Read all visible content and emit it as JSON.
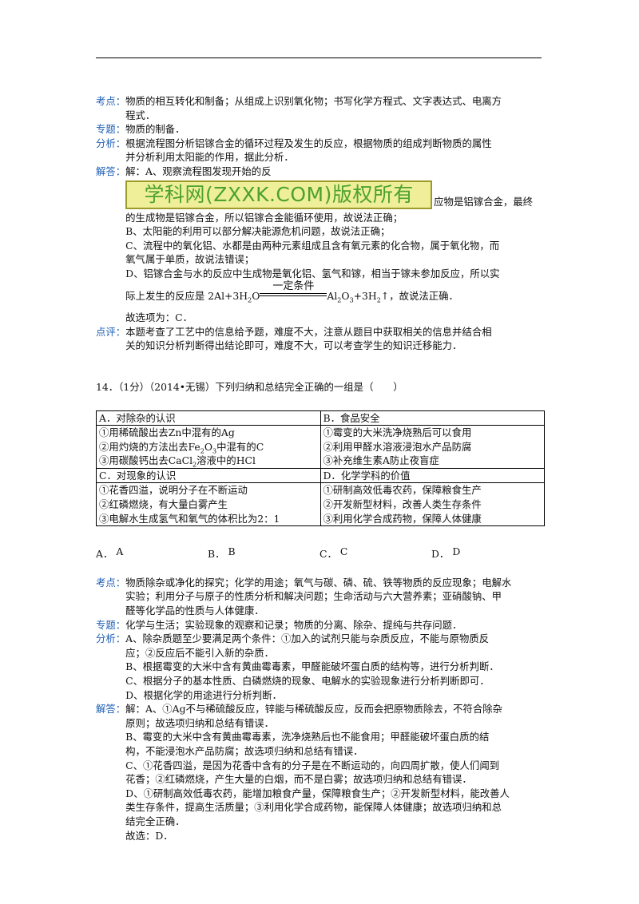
{
  "q13": {
    "kaodian": {
      "label": "考点：",
      "lines": [
        "物质的相互转化和制备；从组成上识别氧化物；书写化学方程式、文字表达式、电离方",
        "程式．"
      ]
    },
    "zhuanti": {
      "label": "专题：",
      "lines": [
        "物质的制备．"
      ]
    },
    "fenxi": {
      "label": "分析：",
      "lines": [
        "根据流程图分析铝镓合金的循环过程及发生的反应，根据物质的组成判断物质的属性",
        "并分析利用太阳能的作用，据此分析．"
      ]
    },
    "jieda": {
      "label": "解答：",
      "line1": "解：A、观察流程图发现开始的反",
      "watermark": "学科网(ZXXK.COM)版权所有",
      "after_watermark": "应物是铝镓合金，最终",
      "lines_a": [
        "的生成物是铝镓合金，所以铝镓合金能循环使用，故说法正确；",
        "B、太阳能的利用可以部分解决能源危机问题，故说法正确；",
        "C、流程中的氧化铝、水都是由两种元素组成且含有氧元素的化合物，属于氧化物，而",
        "氧气属于单质，故说法错误；",
        "D、铝镓合金与水的反应中生成物是氧化铝、氢气和镓，相当于镓未参加反应，所以实"
      ],
      "eq_before": "际上发生的反应是 2Al+3H",
      "eq_sub1": "2",
      "eq_o": "O",
      "eq_condition": "一定条件",
      "eq_prod1": "Al",
      "eq_sub2": "2",
      "eq_prod2": "O",
      "eq_sub3": "3",
      "eq_prod3": "+3H",
      "eq_sub4": "2",
      "eq_end": "↑，故说法正确．",
      "answer": "故选项为：C．"
    },
    "dianping": {
      "label": "点评：",
      "lines": [
        "本题考查了工艺中的信息给予题，难度不大，注意从题目中获取相关的信息并结合相",
        "关的知识分析判断得出结论即可，难度不大，可以考查学生的知识迁移能力．"
      ]
    }
  },
  "q14": {
    "question": "14．（1分）（2014•无锡）下列归纳和总结完全正确的一组是（　　）",
    "table": {
      "A": {
        "title": "A．对除杂的认识",
        "l1": "①用稀硫酸出去Zn中混有的Ag",
        "l2a": "②用灼烧的方法出去Fe",
        "l2s1": "2",
        "l2b": "O",
        "l2s2": "3",
        "l2c": "中混有的C",
        "l3a": "③用碳酸钙出去CaCl",
        "l3s": "2",
        "l3b": "溶液中的HCl"
      },
      "B": {
        "title": "B．食品安全",
        "lines": [
          "①霉变的大米洗净烧熟后可以食用",
          "②利用甲醛水溶液浸泡水产品防腐",
          "③补充维生素A防止夜盲症"
        ]
      },
      "C": {
        "title": "C．对现象的认识",
        "lines": [
          "①花香四溢，说明分子在不断运动",
          "②红磷燃烧，有大量白雾产生",
          "③电解水生成氢气和氧气的体积比为2：1"
        ]
      },
      "D": {
        "title": "D．化学学科的价值",
        "lines": [
          "①研制高效低毒农药，保障粮食生产",
          "②开发新型材料，改善人类生存条件",
          "③利用化学合成药物，保障人体健康"
        ]
      }
    },
    "options": [
      {
        "prefix": "A．",
        "value": "A"
      },
      {
        "prefix": "B．",
        "value": "B"
      },
      {
        "prefix": "C．",
        "value": "C"
      },
      {
        "prefix": "D．",
        "value": "D"
      }
    ],
    "kaodian": {
      "label": "考点：",
      "lines": [
        "物质除杂或净化的探究；化学的用途；氧气与碳、磷、硫、铁等物质的反应现象；电解水",
        "实验；利用分子与原子的性质分析和解决问题；生命活动与六大营养素；亚硝酸钠、甲",
        "醛等化学品的性质与人体健康．"
      ]
    },
    "zhuanti": {
      "label": "专题：",
      "lines": [
        "化学与生活；实验现象的观察和记录；物质的分离、除杂、提纯与共存问题．"
      ]
    },
    "fenxi": {
      "label": "分析：",
      "lines": [
        "A、除杂质题至少要满足两个条件：①加入的试剂只能与杂质反应，不能与原物质反",
        "应；②反应后不能引入新的杂质．",
        "B、根据霉变的大米中含有黄曲霉毒素，甲醛能破坏蛋白质的结构等，进行分析判断．",
        "C、根据分子的基本性质、白磷燃烧的现象、电解水的实验现象进行分析判断即可．",
        "D、根据化学的用途进行分析判断．"
      ]
    },
    "jieda": {
      "label": "解答：",
      "lines": [
        "解：A、①Ag不与稀硫酸反应，锌能与稀硫酸反应，反而会把原物质除去，不符合除杂",
        "原则；故选项归纳和总结有错误．",
        "B、霉变的大米中含有黄曲霉毒素，洗净烧熟后也不能食用；甲醛能破坏蛋白质的结",
        "构，不能浸泡水产品防腐；故选项归纳和总结有错误．",
        "C、①花香四溢，是因为花香中含有的分子是在不断运动的，向四周扩散，使人们闻到",
        "花香；②红磷燃烧，产生大量的白烟，而不是白雾；故选项归纳和总结有错误．",
        "D、①研制高效低毒农药，能增加粮食产量，保障粮食生产；②开发新型材料，能改善人",
        "类生存条件，提高生活质量；③利用化学合成药物，能保障人体健康；故选项归纳和总",
        "结完全正确．",
        "故选：D．"
      ]
    }
  }
}
